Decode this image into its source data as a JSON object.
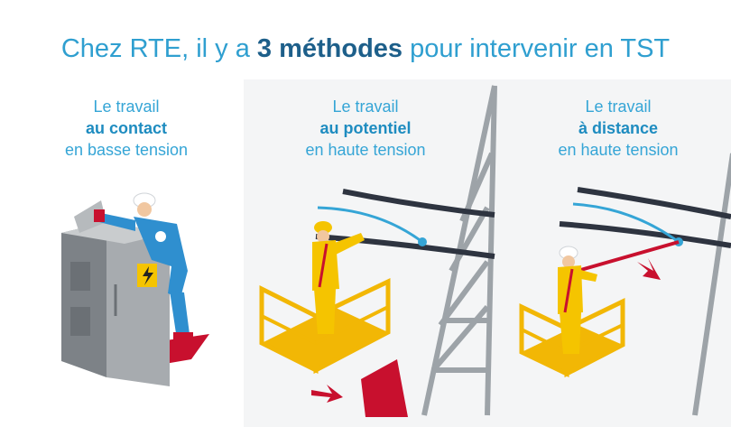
{
  "title": {
    "prefix": "Chez RTE, il y a ",
    "highlight": "3 méthodes",
    "suffix": " pour intervenir en TST"
  },
  "methods": [
    {
      "line1": "Le travail",
      "bold": "au contact",
      "line3": "en basse tension"
    },
    {
      "line1": "Le travail",
      "bold": "au potentiel",
      "line3": "en haute tension"
    },
    {
      "line1": "Le travail",
      "bold": "à distance",
      "line3": "en haute tension"
    }
  ],
  "colors": {
    "title": "#2f9fd0",
    "highlight": "#1d5f8a",
    "caption": "#35a5d6",
    "worker_blue": "#2f8fcf",
    "worker_yellow": "#f5c400",
    "danger_red": "#c8102e",
    "basket_yellow": "#f2b705",
    "pylon_grey": "#9da3a8"
  }
}
